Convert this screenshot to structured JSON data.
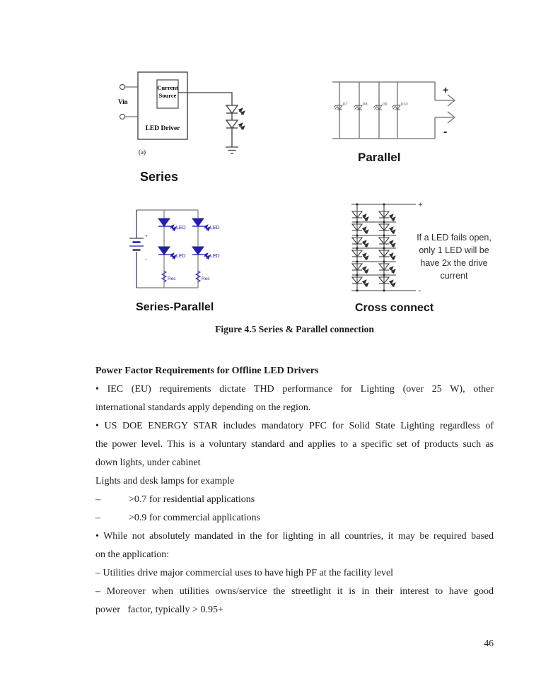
{
  "page": {
    "number": "46"
  },
  "colors": {
    "ink": "#1d1d1d",
    "diagram_gray": "#6e6e6e",
    "diagram_blue": "#2121b0"
  },
  "figure": {
    "caption": "Figure 4.5 Series & Parallel connection",
    "series": {
      "title": "Series",
      "sub_label": "(a)",
      "driver_label": "LED Driver",
      "source_line1": "Current",
      "source_line2": "Source",
      "vin_label": "Vin"
    },
    "parallel": {
      "title": "Parallel",
      "plus": "+",
      "minus": "-",
      "diodes": [
        "D7",
        "D8",
        "D9",
        "D10"
      ]
    },
    "series_parallel": {
      "title": "Series-Parallel",
      "led_label": "LED",
      "res_label": "Res",
      "bat_plus": "+",
      "bat_minus": "-"
    },
    "cross_connect": {
      "title": "Cross connect",
      "plus": "+",
      "minus": "-",
      "note": [
        "If a LED fails open,",
        "only 1 LED will be",
        "have 2x the drive",
        "current"
      ]
    }
  },
  "body": {
    "heading": "Power Factor Requirements for Offline LED Drivers",
    "lines": [
      {
        "text": "Power Factor Requirements for Offline LED Drivers",
        "bold": true,
        "style": "p"
      },
      {
        "text": "• IEC (EU) requirements dictate THD performance for Lighting (over 25 W), other",
        "style": "j"
      },
      {
        "text": "international standards apply depending on the region.",
        "style": "p"
      },
      {
        "text": "• US DOE ENERGY STAR includes mandatory PFC for Solid State Lighting regardless of",
        "style": "j"
      },
      {
        "text": "the power level. This is a voluntary standard and applies to a specific set of products such as",
        "style": "j"
      },
      {
        "text": "down lights, under cabinet",
        "style": "p"
      },
      {
        "text": "Lights and desk lamps for example",
        "style": "p"
      },
      {
        "dash": "–",
        "text": ">0.7 for residential applications",
        "style": "p"
      },
      {
        "dash": "–",
        "text": ">0.9 for commercial applications",
        "style": "p"
      },
      {
        "text": "• While not absolutely mandated in the for lighting in all countries, it may be required based",
        "style": "j"
      },
      {
        "text": "on the application:",
        "style": "p"
      },
      {
        "text": "– Utilities drive major commercial uses to have high PF at the facility level",
        "style": "p"
      },
      {
        "text": "– Moreover when utilities owns/service the streetlight it is in their interest to have good",
        "style": "j"
      },
      {
        "text": "power   factor, typically > 0.95+",
        "style": "p"
      }
    ]
  }
}
